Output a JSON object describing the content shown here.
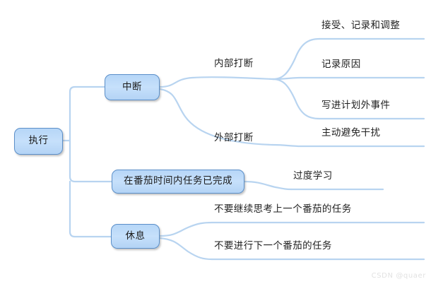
{
  "diagram": {
    "type": "mind-map",
    "title_node": "执行",
    "colors": {
      "node_fill_top": "#b6d6f7",
      "node_fill_bottom": "#b3d3f5",
      "node_border": "#5b8fc9",
      "connector": "#b8d4f0",
      "text": "#1f1f1f",
      "background": "#ffffff",
      "watermark": "#e2e2e2"
    },
    "root": {
      "label": "执行"
    },
    "branches": [
      {
        "label": "中断",
        "children": [
          {
            "label": "内部打断",
            "children": [
              {
                "label": "接受、记录和调整"
              },
              {
                "label": "记录原因"
              },
              {
                "label": "写进计划外事件"
              }
            ]
          },
          {
            "label": "外部打断",
            "children": [
              {
                "label": "主动避免干扰"
              }
            ]
          }
        ]
      },
      {
        "label": "在番茄时间内任务已完成",
        "children": [
          {
            "label": "过度学习"
          }
        ]
      },
      {
        "label": "休息",
        "children": [
          {
            "label": "不要继续思考上一个番茄的任务"
          },
          {
            "label": "不要进行下一个番茄的任务"
          }
        ]
      }
    ]
  },
  "watermark": {
    "text": "CSDN @quaer"
  }
}
